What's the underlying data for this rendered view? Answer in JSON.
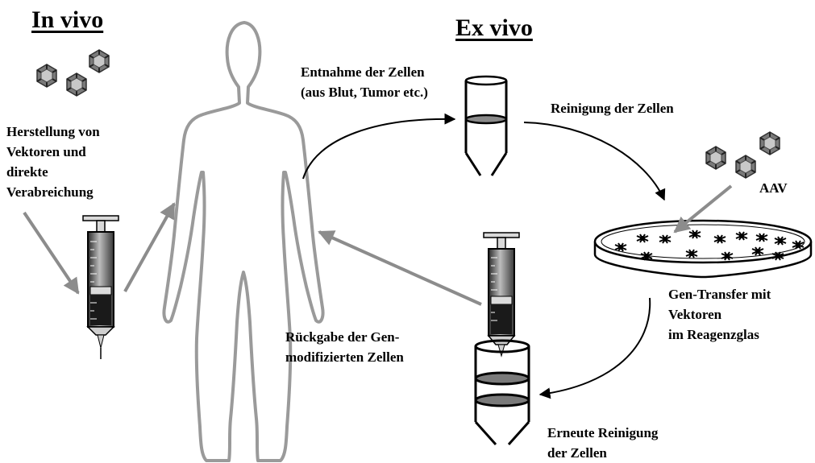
{
  "headings": {
    "in_vivo": "In vivo",
    "ex_vivo": "Ex vivo"
  },
  "labels": {
    "vector_production": [
      "Herstellung von",
      "Vektoren und",
      "direkte",
      "Verabreichung"
    ],
    "cell_extraction": [
      "Entnahme der Zellen",
      "(aus Blut, Tumor etc.)"
    ],
    "cell_purification": "Reinigung der Zellen",
    "aav": "AAV",
    "gene_transfer": [
      "Gen-Transfer mit",
      "Vektoren",
      "im Reagenzglas"
    ],
    "cell_return": [
      "Rückgabe der Gen-",
      "modifizierten Zellen"
    ],
    "repurification": [
      "Erneute Reinigung",
      "der Zellen"
    ]
  },
  "colors": {
    "arrow_gray": "#8c8c8c",
    "outline_gray": "#9a9a9a",
    "ink": "#000000"
  }
}
